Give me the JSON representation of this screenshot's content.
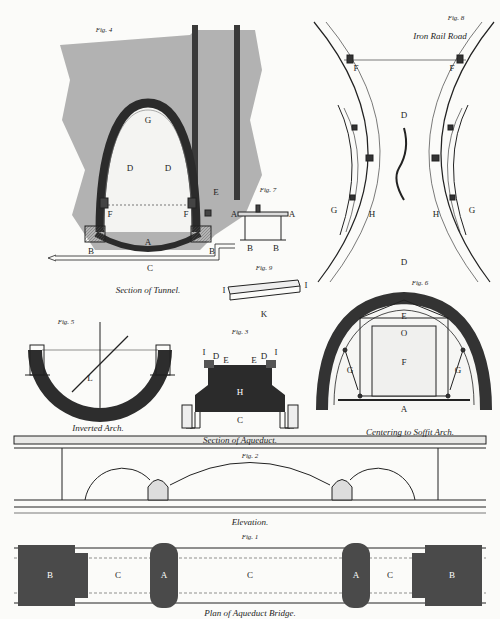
{
  "diagram": {
    "labels": [
      "Fig. 4",
      "E",
      "G",
      "D",
      "D",
      "F",
      "F",
      "A",
      "B",
      "B",
      "C",
      "Section of Tunnel.",
      "Fig. 8",
      "Iron Rail Road",
      "F",
      "F",
      "D",
      "G",
      "G",
      "H",
      "H",
      "D",
      "Fig. 7",
      "A",
      "A",
      "B",
      "B",
      "Fig. 9",
      "I",
      "I",
      "K",
      "Fig. 6",
      "E",
      "O",
      "G",
      "F",
      "G",
      "A",
      "Centering to Soffit Arch.",
      "Fig. 5",
      "L",
      "Inverted Arch.",
      "Fig. 3",
      "I",
      "D",
      "E",
      "E",
      "D",
      "I",
      "H",
      "C",
      "Section of Aqueduct.",
      "Fig. 2",
      "Elevation.",
      "Fig. 1",
      "B",
      "C",
      "A",
      "C",
      "A",
      "C",
      "B",
      "Plan of Aqueduct Bridge."
    ]
  }
}
